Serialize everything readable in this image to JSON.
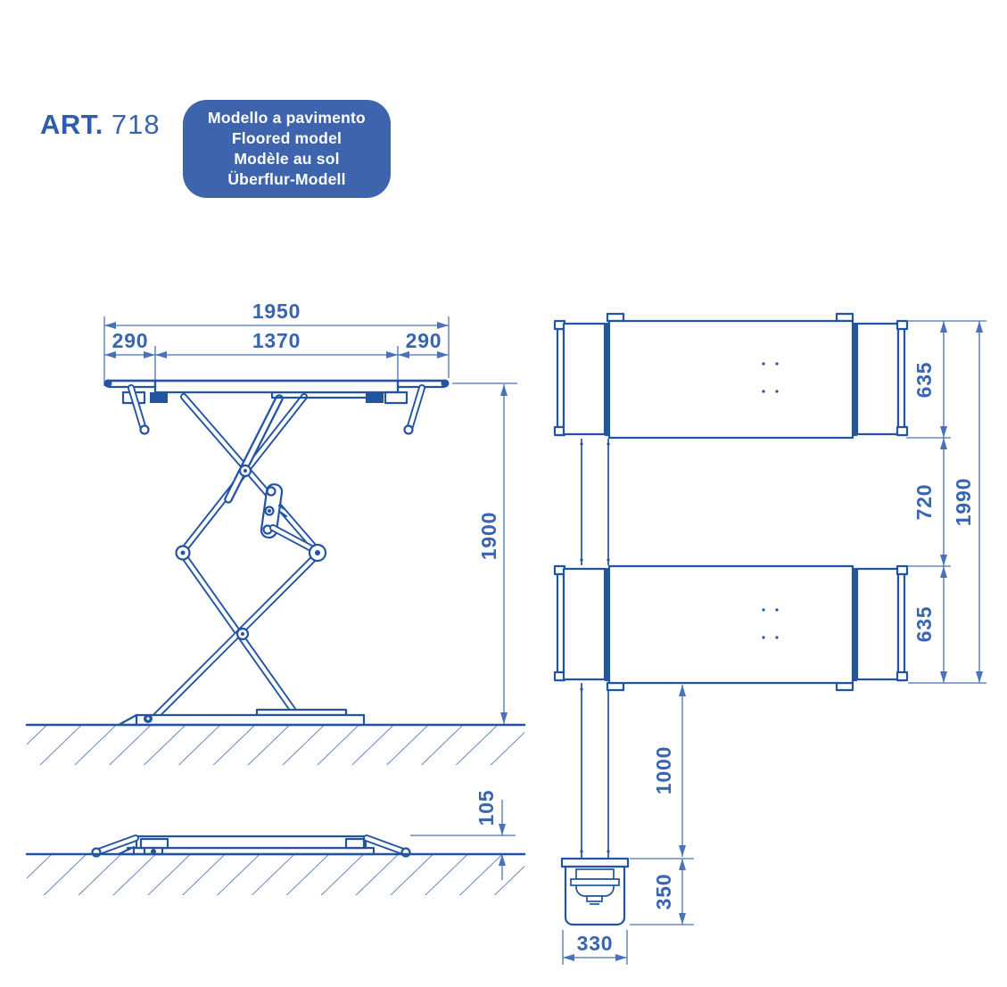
{
  "colors": {
    "line": "#2254a2",
    "dim_line": "#4a72b8",
    "dim_text": "#3765b0",
    "hatch": "#3c6ab4",
    "badge_bg": "#3e64ad",
    "heading": "#2d5dab",
    "background": "#ffffff"
  },
  "header": {
    "art_label": "ART.",
    "art_number": "718",
    "badge_lines": [
      "Modello a pavimento",
      "Floored model",
      "Modèle au sol",
      "Überflur-Modell"
    ]
  },
  "side_view": {
    "name": "scissor-lift side view, raised and lowered positions",
    "dims": {
      "total_length": "1950",
      "left_overhang": "290",
      "platform_length": "1370",
      "right_overhang": "290",
      "raised_height": "1900",
      "lowered_height": "105"
    }
  },
  "top_view": {
    "name": "scissor-lift plan view with control console",
    "dims": {
      "upper_platform_width": "635",
      "platform_gap": "720",
      "lower_platform_width": "635",
      "overall_width": "1990",
      "console_offset": "1000",
      "console_length": "350",
      "console_width": "330"
    }
  }
}
